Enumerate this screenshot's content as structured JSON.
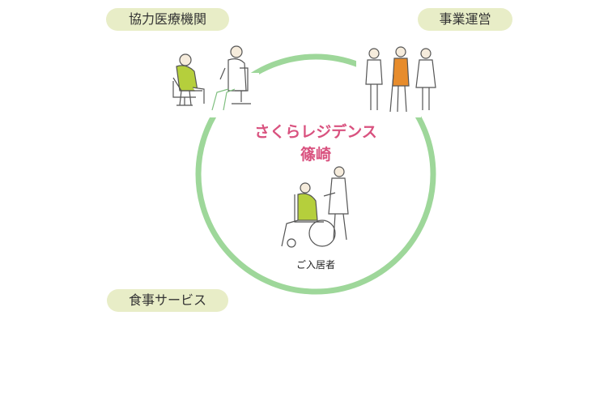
{
  "labels": {
    "medical": "協力医療機関",
    "operations": "事業運営",
    "food": "食事サービス"
  },
  "center": {
    "title_line1": "さくらレジデンス",
    "title_line2": "篠崎",
    "resident": "ご入居者"
  },
  "colors": {
    "circle": "#9ed79a",
    "pill": "#e8edc7",
    "title": "#d9527f",
    "accent_green": "#b5cf3c",
    "accent_orange": "#e78c2c"
  }
}
